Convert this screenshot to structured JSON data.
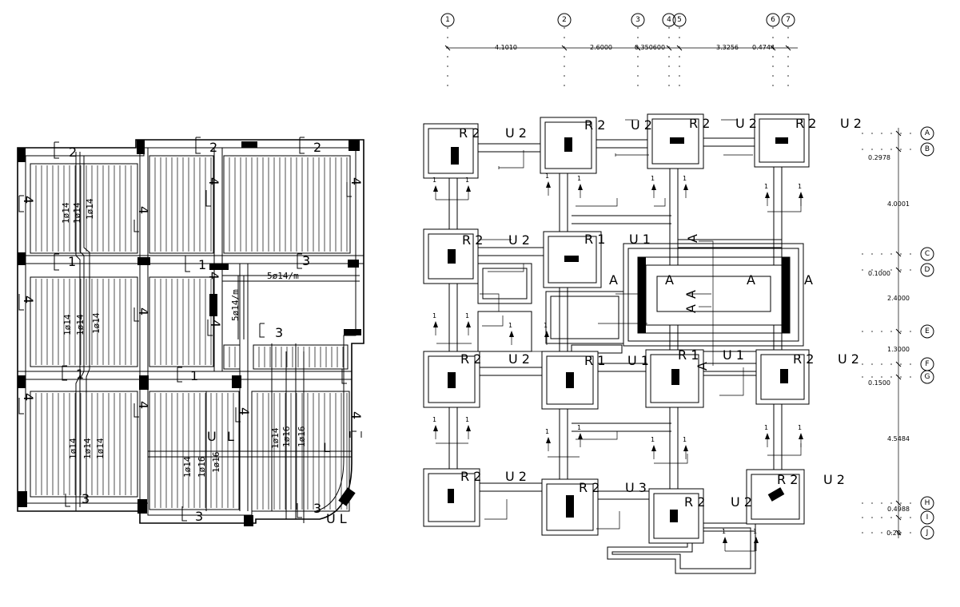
{
  "grid_columns": [
    "1",
    "2",
    "3",
    "4",
    "5",
    "6",
    "7"
  ],
  "column_dims": [
    "4.1010",
    "2.6000",
    "0.350600",
    "3.3256",
    "0.4744"
  ],
  "grid_rows": [
    "A",
    "B",
    "C",
    "D",
    "E",
    "F",
    "G",
    "H",
    "I",
    "J"
  ],
  "row_dims": [
    "0.2978",
    "4.0001",
    "0.1000",
    "2.4000",
    "1.3000",
    "0.1500",
    "4.5484",
    "0.4988",
    "0.20"
  ],
  "footing_labels": {
    "r2": "R 2",
    "u2": "U 2",
    "r1": "R 1",
    "u1": "U 1",
    "u3": "U 3",
    "u1b": "U 1"
  },
  "markers": {
    "a": "A",
    "one": "1",
    "two": "2",
    "three": "3",
    "four": "4"
  },
  "slab_labels": {
    "b_1o14": "1ø14",
    "b_1o16": "1ø16",
    "mesh_5o14": "5ø14/m",
    "u": "U",
    "l": "L",
    "ul": "U L"
  },
  "colors": {
    "ink": "#000000",
    "paper": "#ffffff",
    "hatch": "#555555"
  }
}
